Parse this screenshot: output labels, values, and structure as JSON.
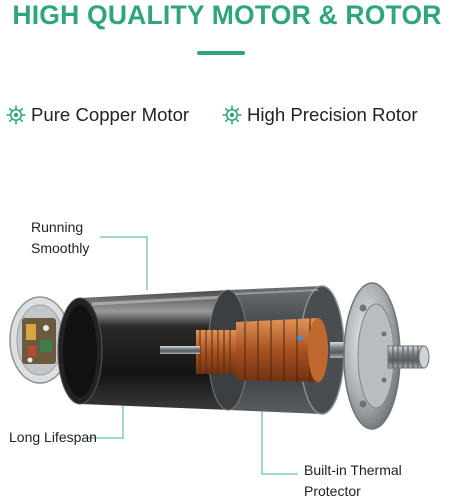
{
  "title": "HIGH QUALITY MOTOR & ROTOR",
  "features": [
    {
      "label": "Pure Copper Motor",
      "icon": "gear-icon"
    },
    {
      "label": "High Precision Rotor",
      "icon": "gear-icon"
    }
  ],
  "callouts": {
    "running_line1": "Running",
    "running_line2": "Smoothly",
    "long_lifespan": "Long Lifespan",
    "thermal_line1": "Built-in Thermal",
    "thermal_line2": "Protector"
  },
  "colors": {
    "accent": "#2ea57a",
    "leader_line": "#3fae9c",
    "copper": "#b8622c",
    "housing": "#1b1b1b"
  }
}
